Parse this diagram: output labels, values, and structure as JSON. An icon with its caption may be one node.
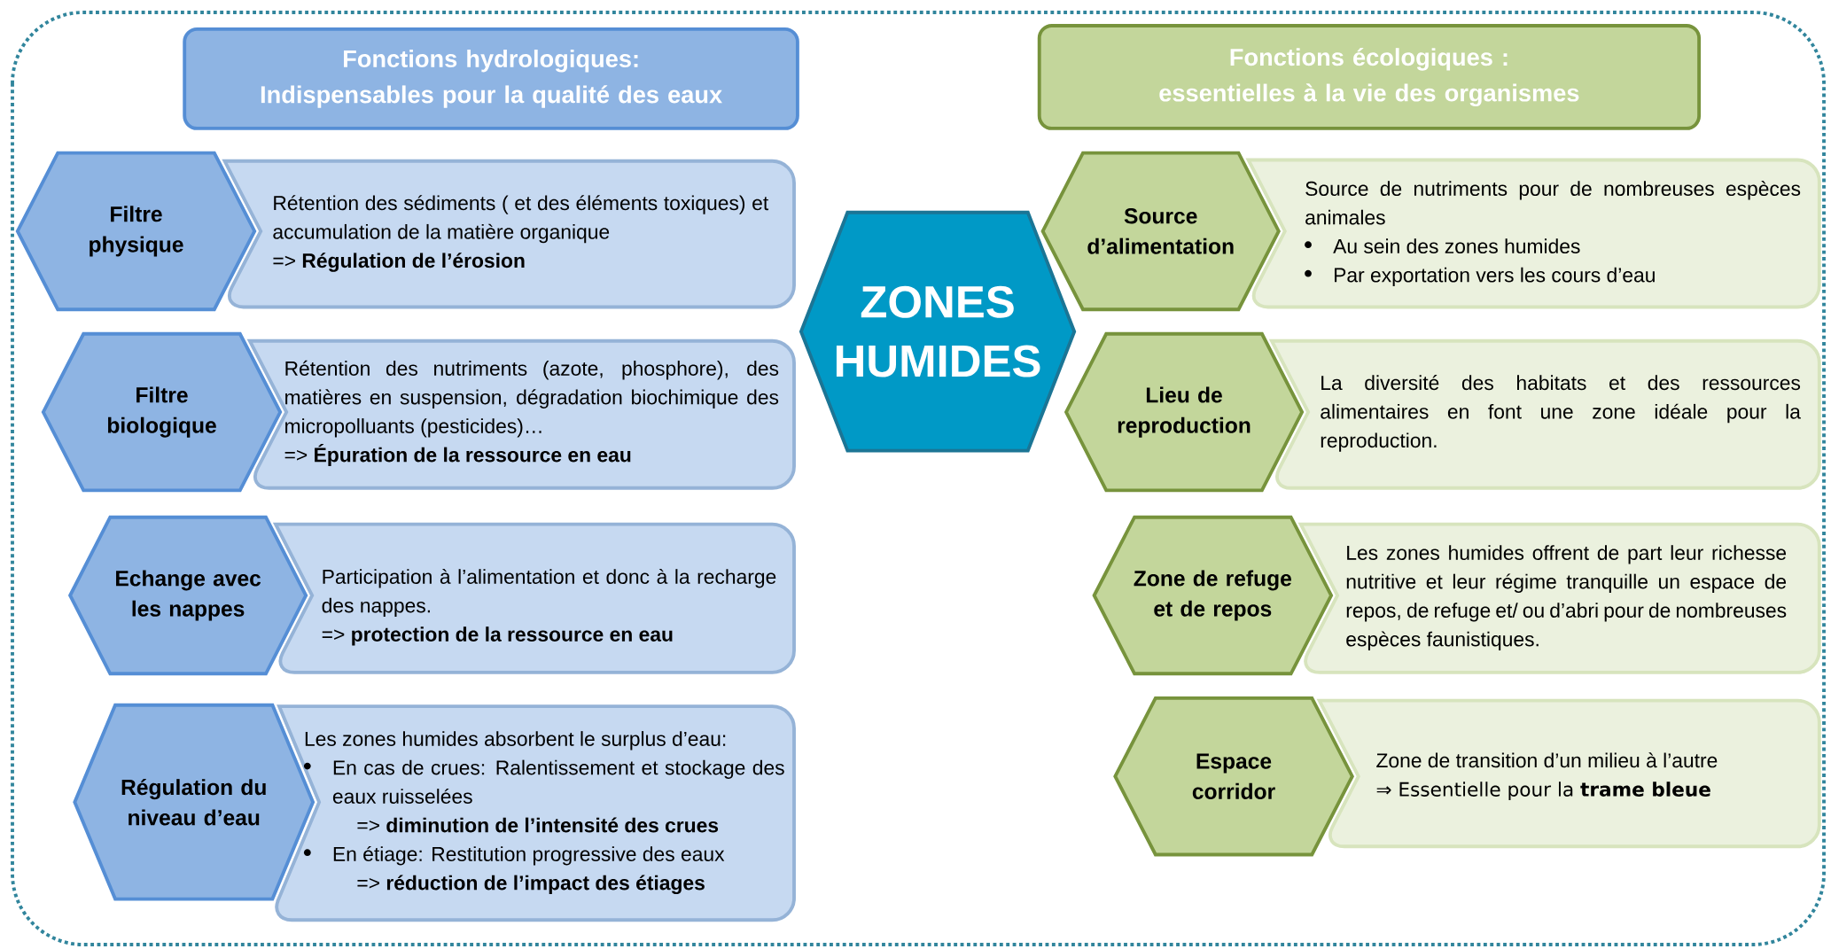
{
  "diagram": {
    "nodes": [
      {
        "text": [
          "Fonctions hydrologiques: Indispensables pour la qualité des eaux"
        ]
      },
      {
        "text": [
          "Fonctions écologiques : essentielles à la vie des organismes"
        ]
      },
      {
        "text": [
          "ZONES HUMIDES"
        ]
      },
      {
        "text": [
          "Filtre physique"
        ]
      },
      {
        "text": [
          "Rétention des sédiments ( et des éléments toxiques) et accumulation de la matière organique",
          "=> **Régulation de l’érosion**"
        ]
      },
      {
        "text": [
          "Filtre biologique"
        ]
      },
      {
        "text": [
          "Rétention des nutriments (azote, phosphore), des matières en suspension, dégradation biochimique des micropolluants (pesticides)…",
          "=> **Épuration de la ressource en eau**"
        ]
      },
      {
        "text": [
          "Echange avec les nappes"
        ]
      },
      {
        "text": [
          "Participation à l’alimentation et donc à la recharge des nappes.",
          "=> **protection de la ressource en eau**"
        ]
      },
      {
        "text": [
          "Régulation du niveau d’eau"
        ]
      },
      {
        "text": [
          "Les zones humides absorbent le surplus d’eau:",
          "En cas de crues: Ralentissement et stockage des eaux ruisselées",
          "=> **diminution de l’intensité des crues**",
          "En étiage: Restitution progressive des eaux",
          "=> **réduction de l’impact des étiages**"
        ]
      },
      {
        "text": [
          "Source d’alimentation"
        ]
      },
      {
        "text": [
          "Source de nutriments pour de nombreuses espèces animales",
          "Au sein des zones humides",
          "Par exportation vers les cours d’eau"
        ]
      },
      {
        "text": [
          "Lieu de reproduction"
        ]
      },
      {
        "text": [
          "La diversité des habitats et des ressources alimentaires en font une zone idéale pour la reproduction."
        ]
      },
      {
        "text": [
          "Zone de refuge et de repos"
        ]
      },
      {
        "text": [
          "Les zones humides offrent de part leur richesse nutritive et leur régime tranquille un espace de repos, de refuge et/ ou d’abri pour de nombreuses espèces faunistiques."
        ]
      },
      {
        "text": [
          "Espace corridor"
        ]
      },
      {
        "text": [
          "Zone de transition d’un milieu à l’autre",
          "⇒ Essentielle pour la **trame bleue**"
        ]
      }
    ]
  }
}
